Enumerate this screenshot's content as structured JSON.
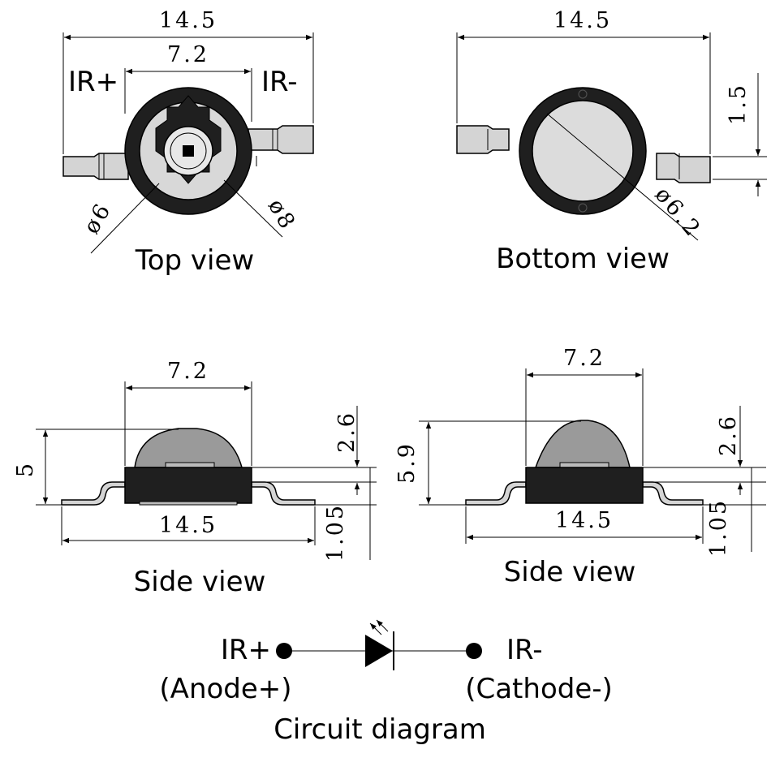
{
  "views": {
    "top": {
      "label": "Top view",
      "width_dim": "14.5",
      "lens_dim": "7.2",
      "pin_plus": "IR+",
      "pin_minus": "IR-",
      "inner_diameter": "ø6",
      "outer_diameter": "ø8"
    },
    "bottom": {
      "label": "Bottom view",
      "width_dim": "14.5",
      "lead_thickness": "1.5",
      "diameter": "ø6.2"
    },
    "side_left": {
      "label": "Side view",
      "lens_dim": "7.2",
      "height_dim": "5",
      "body_dim": "2.6",
      "lead_dim": "1.05",
      "width_dim": "14.5"
    },
    "side_right": {
      "label": "Side view",
      "lens_dim": "7.2",
      "height_dim": "5.9",
      "body_dim": "2.6",
      "lead_dim": "1.05",
      "width_dim": "14.5"
    }
  },
  "circuit": {
    "label": "Circuit diagram",
    "anode": "IR+",
    "anode_note": "(Anode+)",
    "cathode": "IR-",
    "cathode_note": "(Cathode-)"
  },
  "colors": {
    "body": "#1f1f1f",
    "lead": "#d4d4d4",
    "lens_gray": "#9a9a9a"
  }
}
